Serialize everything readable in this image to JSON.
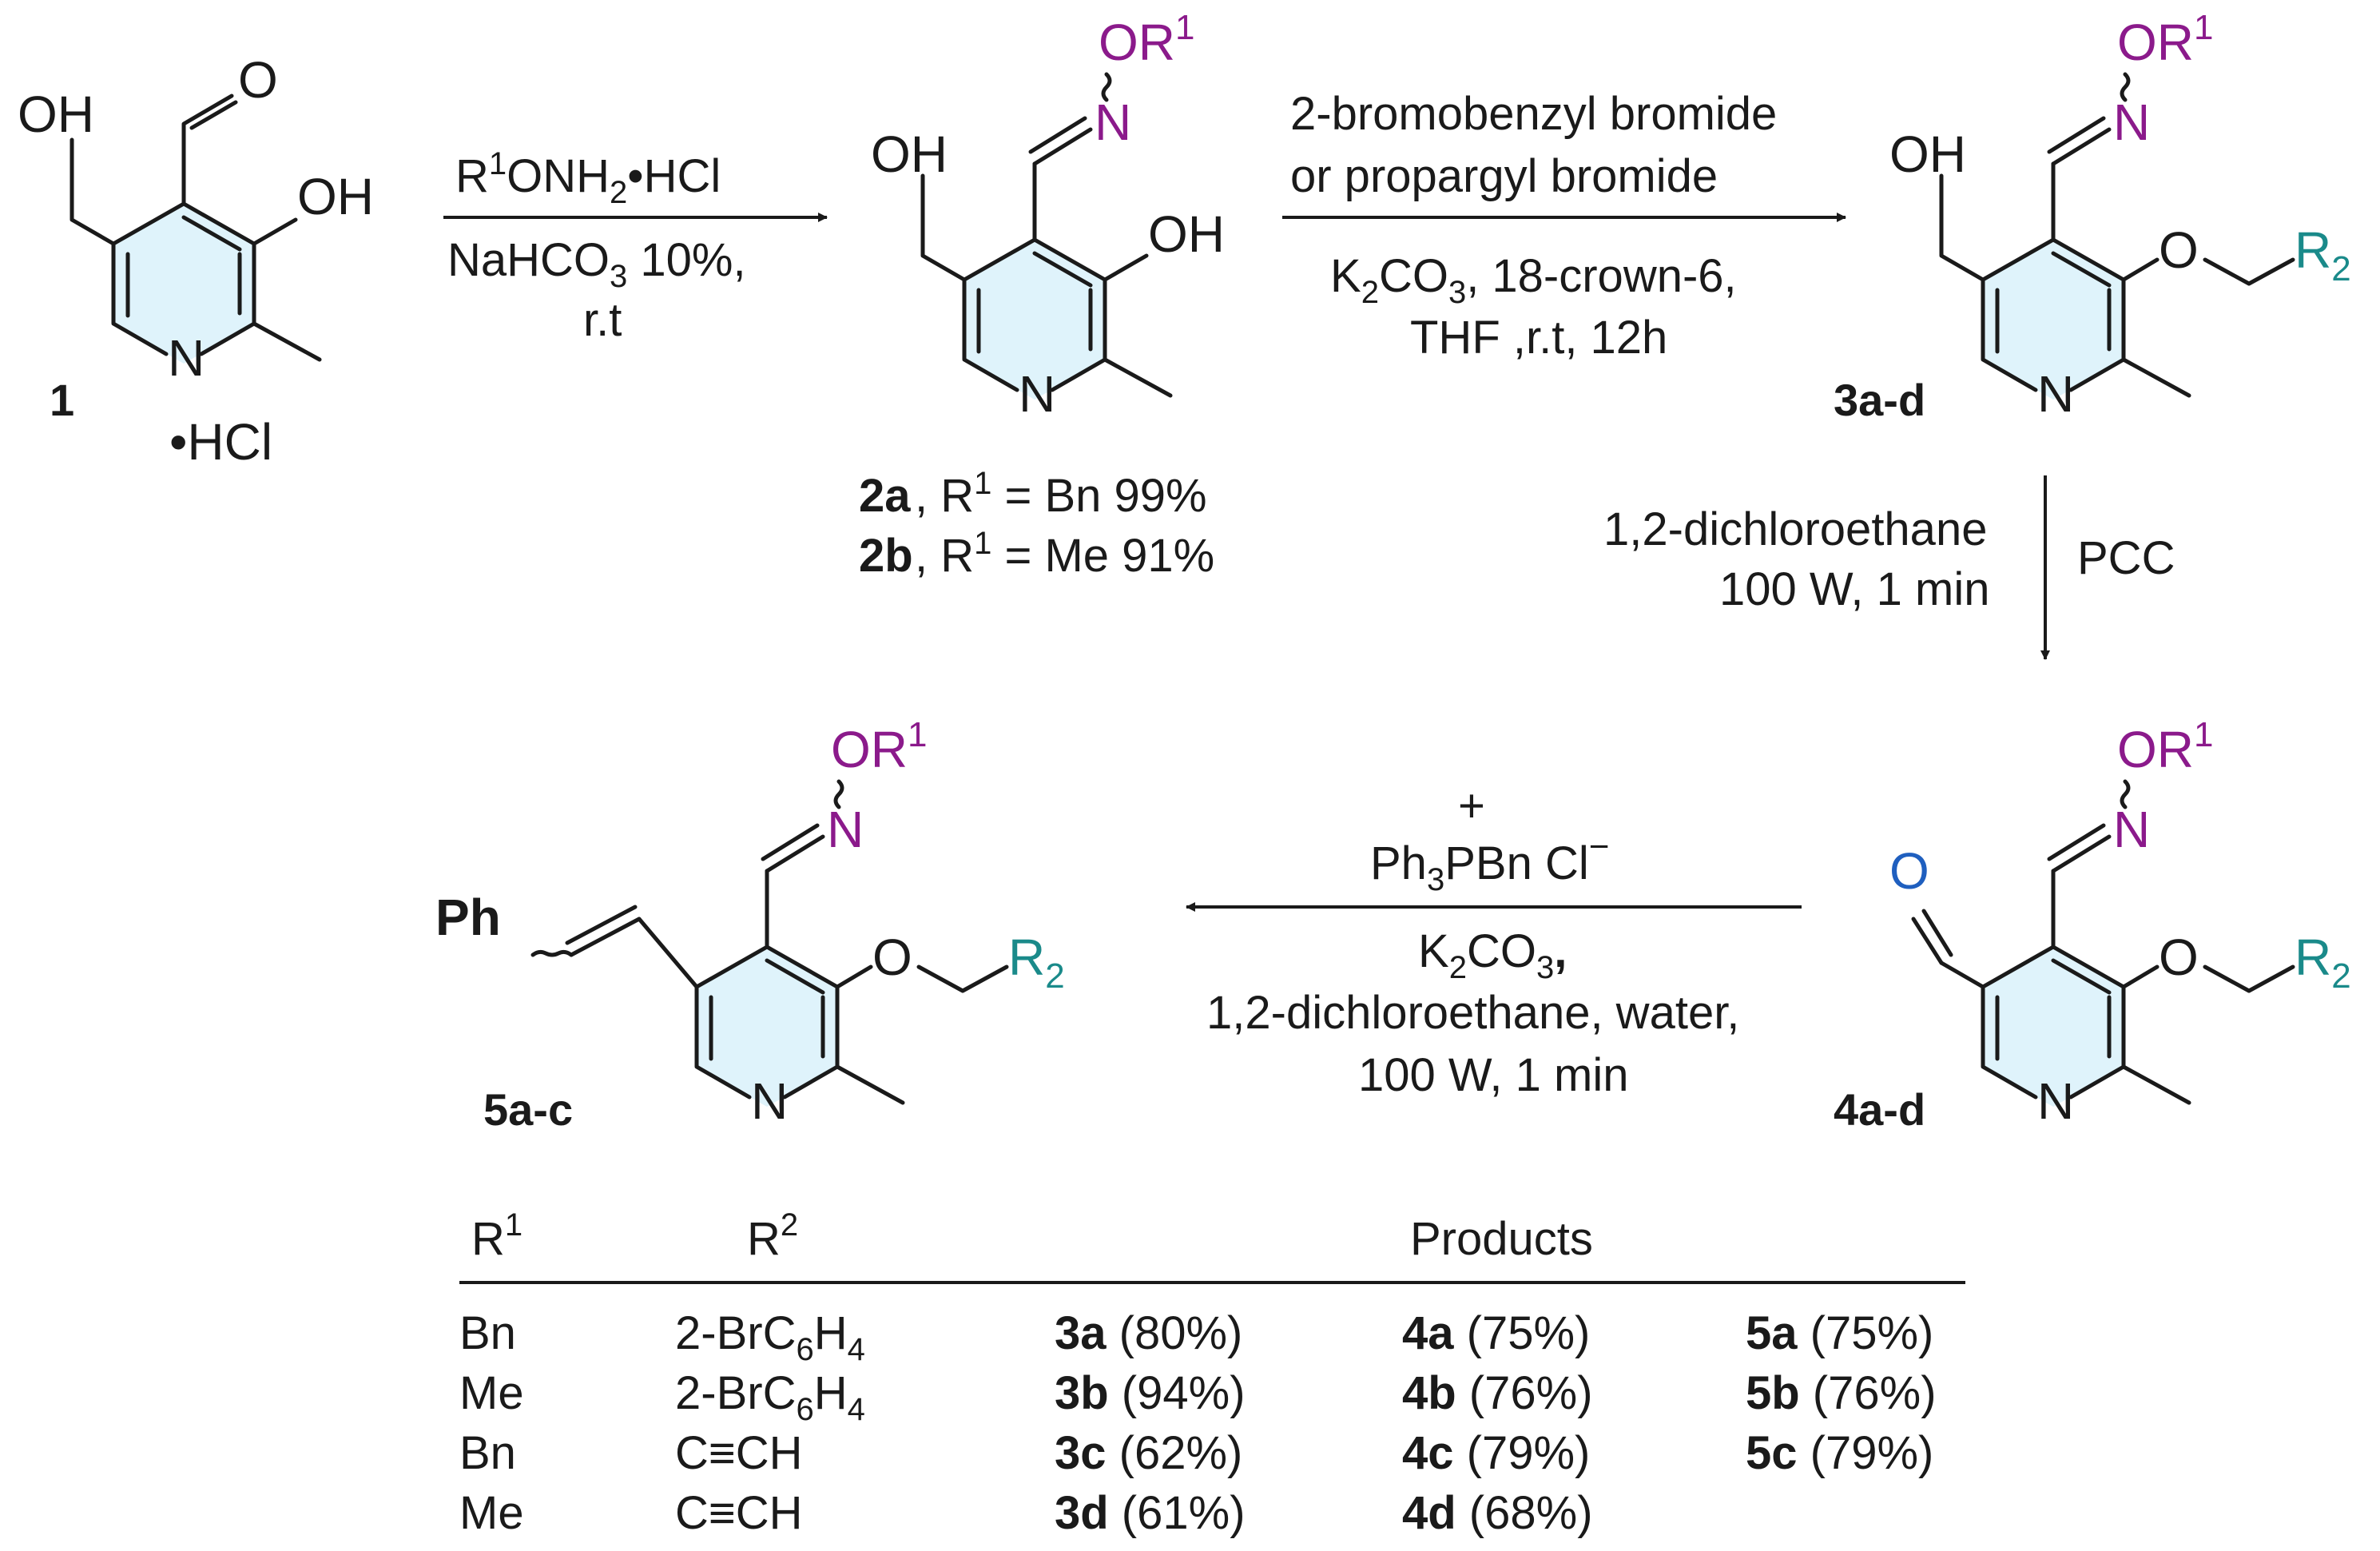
{
  "colors": {
    "oxime": "#8b1a8b",
    "alkyl": "#1a8a8a",
    "formyl": "#1f5fbf",
    "ring_fill": "#dff3fb",
    "bond": "#1a1a1a"
  },
  "atoms": {
    "oh": "OH",
    "o": "O",
    "n": "N",
    "or1": "OR",
    "r2": "R",
    "ph": "Ph",
    "sup1": "1",
    "sub2": "2",
    "hcl": "•HCl"
  },
  "compounds": {
    "c1": "1",
    "c3": "3a-d",
    "c4": "4a-d",
    "c5": "5a-c",
    "c2a_bold": "2a",
    "c2a_rest": "R",
    "c2a_sup": "1",
    "c2a_tail": " = Bn 99%",
    "c2b_bold": "2b",
    "c2b_rest": "R",
    "c2b_sup": "1",
    "c2b_tail": " = Me 91%"
  },
  "step1": {
    "above_r": "R",
    "above_sup": "1",
    "above_mid": "ONH",
    "above_sub": "2",
    "above_tail": "•HCl",
    "below1_a": "NaHCO",
    "below1_sub": "3",
    "below1_b": " 10%,",
    "below2": "r.t"
  },
  "step2": {
    "above1": "2-bromobenzyl bromide",
    "above2": "or propargyl bromide",
    "below1_a": "K",
    "below1_sub": "2",
    "below1_b": "CO",
    "below1_sub2": "3",
    "below1_c": ", 18-crown-6,",
    "below2": "THF ,r.t, 12h"
  },
  "step3": {
    "left1": "1,2-dichloroethane",
    "left2": "100 W, 1 min",
    "right": "PCC"
  },
  "step4": {
    "plus": "+",
    "minus": "−",
    "above_a": "Ph",
    "above_sub": "3",
    "above_b": "PBn Cl",
    "below1_a": "K",
    "below1_sub": "2",
    "below1_b": "CO",
    "below1_sub2": "3",
    "below1_c": ",",
    "below2": "1,2-dichloroethane, water,",
    "below3": "100 W, 1 min"
  },
  "table": {
    "headers": {
      "r1": "R",
      "r1_sup": "1",
      "r2": "R",
      "r2_sup": "2",
      "products": "Products"
    },
    "rows": [
      {
        "r1": "Bn",
        "r2_a": "2-BrC",
        "r2_sub": "6",
        "r2_b": "H",
        "r2_sub2": "4",
        "p3": "3a",
        "y3": " (80%)",
        "p4": "4a",
        "y4": " (75%)",
        "p5": "5a",
        "y5": " (75%)"
      },
      {
        "r1": "Me",
        "r2_a": "2-BrC",
        "r2_sub": "6",
        "r2_b": "H",
        "r2_sub2": "4",
        "p3": "3b",
        "y3": " (94%)",
        "p4": "4b",
        "y4": " (76%)",
        "p5": "5b",
        "y5": " (76%)"
      },
      {
        "r1": "Bn",
        "r2_a": "C≡CH",
        "r2_sub": "",
        "r2_b": "",
        "r2_sub2": "",
        "p3": "3c",
        "y3": " (62%)",
        "p4": "4c",
        "y4": " (79%)",
        "p5": "5c",
        "y5": " (79%)"
      },
      {
        "r1": "Me",
        "r2_a": "C≡CH",
        "r2_sub": "",
        "r2_b": "",
        "r2_sub2": "",
        "p3": "3d",
        "y3": " (61%)",
        "p4": "4d",
        "y4": " (68%)",
        "p5": "",
        "y5": ""
      }
    ]
  }
}
